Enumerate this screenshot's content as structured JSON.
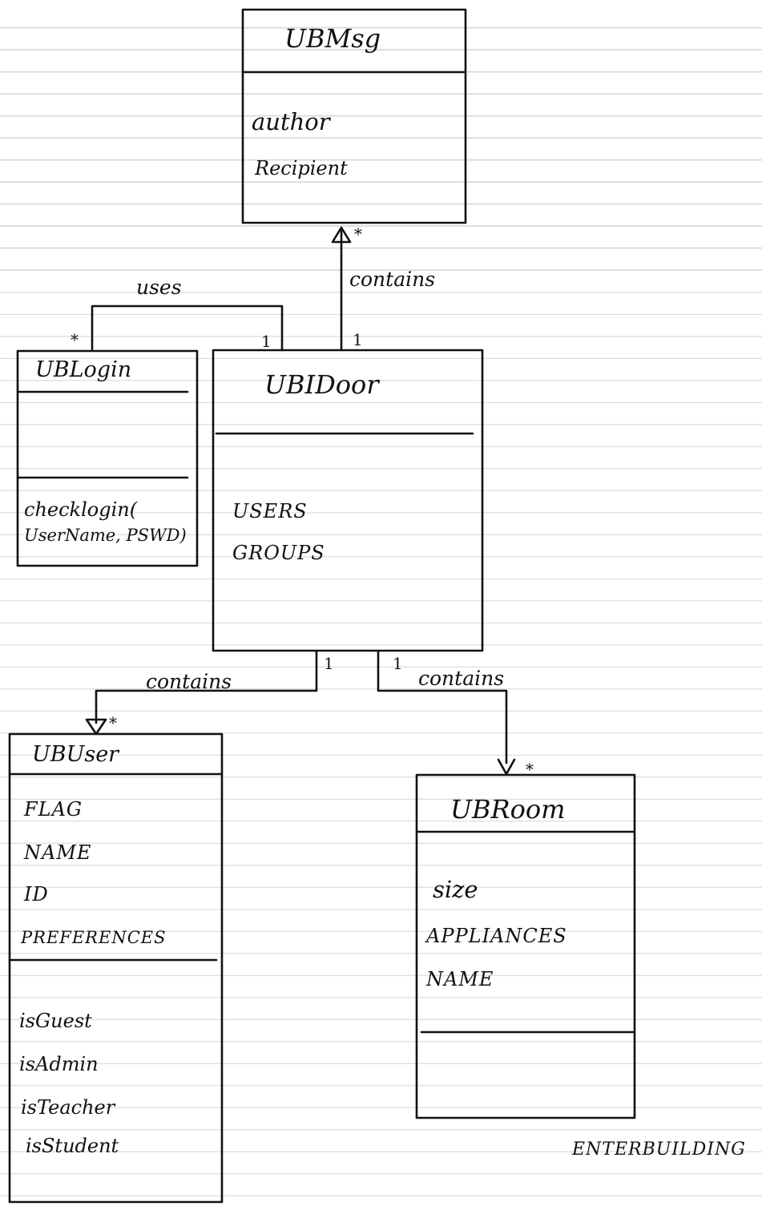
{
  "classes": {
    "msg": {
      "name": "UBMsg",
      "attributes": [
        "author",
        "Recipient"
      ]
    },
    "login": {
      "name": "UBLogin",
      "operations": [
        "checklogin(",
        "UserName, PSWD)"
      ]
    },
    "door": {
      "name": "UBIDoor",
      "attributes": [
        "USERS",
        "GROUPS"
      ]
    },
    "user": {
      "name": "UBUser",
      "attributes": [
        "FLAG",
        "NAME",
        "ID",
        "PREFERENCES"
      ],
      "operations": [
        "isGuest",
        "isAdmin",
        "isTeacher",
        "isStudent"
      ]
    },
    "room": {
      "name": "UBRoom",
      "attributes": [
        "size",
        "APPLIANCES",
        "NAME"
      ]
    }
  },
  "relations": {
    "uses": {
      "label": "uses",
      "mult_login": "*",
      "mult_door": "1"
    },
    "door_msg": {
      "label": "contains",
      "mult_msg": "*",
      "mult_door": "1"
    },
    "door_user": {
      "label": "contains",
      "mult_user": "*",
      "mult_door": "1"
    },
    "door_room": {
      "label": "contains",
      "mult_room": "*",
      "mult_door": "1"
    }
  },
  "footer": "ENTERBUILDING"
}
